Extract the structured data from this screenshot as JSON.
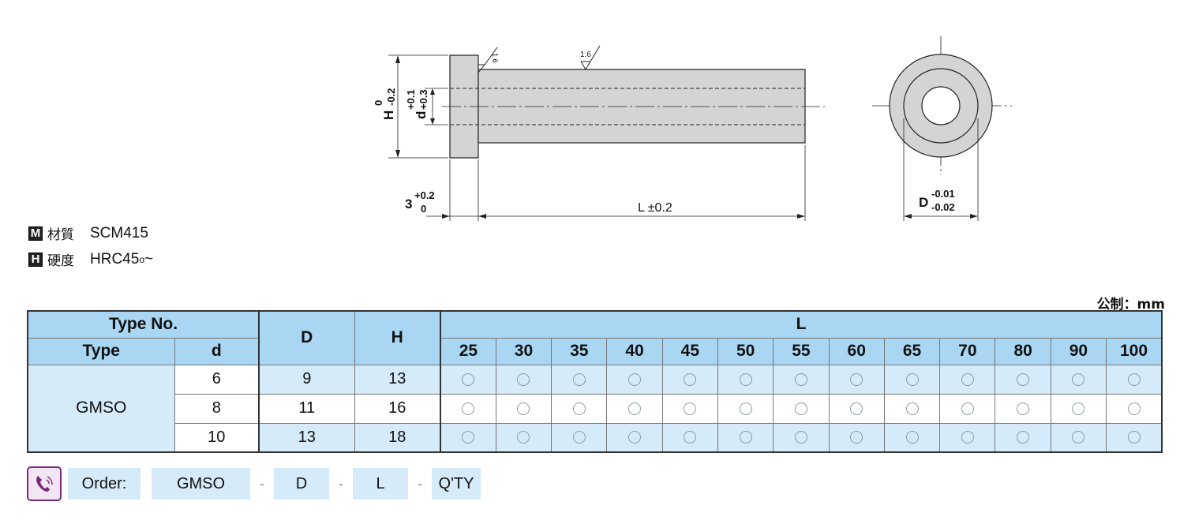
{
  "drawing": {
    "roughness_side": "1.6",
    "roughness_top": "1.6",
    "dim_H": "H",
    "dim_H_tol_upper": "0",
    "dim_H_tol_lower": "-0.2",
    "dim_d": "d",
    "dim_d_tol_upper": "+0.1",
    "dim_d_tol_lower": "+0.3",
    "dim_head": "3",
    "dim_head_tol_upper": "+0.2",
    "dim_head_tol_lower": "0",
    "dim_L": "L ±0.2",
    "dim_D": "D",
    "dim_D_tol_upper": "-0.01",
    "dim_D_tol_lower": "-0.02"
  },
  "specs": {
    "material_box": "M",
    "material_label": "材質",
    "material_value": "SCM415",
    "hardness_box": "H",
    "hardness_label": "硬度",
    "hardness_value": "HRC45",
    "hardness_suffix": "~",
    "hardness_sup": "o"
  },
  "unit": "公制：mm",
  "table": {
    "type_no_header": "Type  No.",
    "type_header": "Type",
    "d_header": "d",
    "D_header": "D",
    "H_header": "H",
    "L_header": "L",
    "L_values": [
      "25",
      "30",
      "35",
      "40",
      "45",
      "50",
      "55",
      "60",
      "65",
      "70",
      "80",
      "90",
      "100"
    ],
    "type_value": "GMSO",
    "rows": [
      {
        "d": "6",
        "D": "9",
        "H": "13"
      },
      {
        "d": "8",
        "D": "11",
        "H": "16"
      },
      {
        "d": "10",
        "D": "13",
        "H": "18"
      }
    ]
  },
  "order": {
    "icon": "phone-icon",
    "label": "Order:",
    "type": "GMSO",
    "sep": "-",
    "d_field": "D",
    "l_field": "L",
    "qty_field": "Q'TY"
  }
}
